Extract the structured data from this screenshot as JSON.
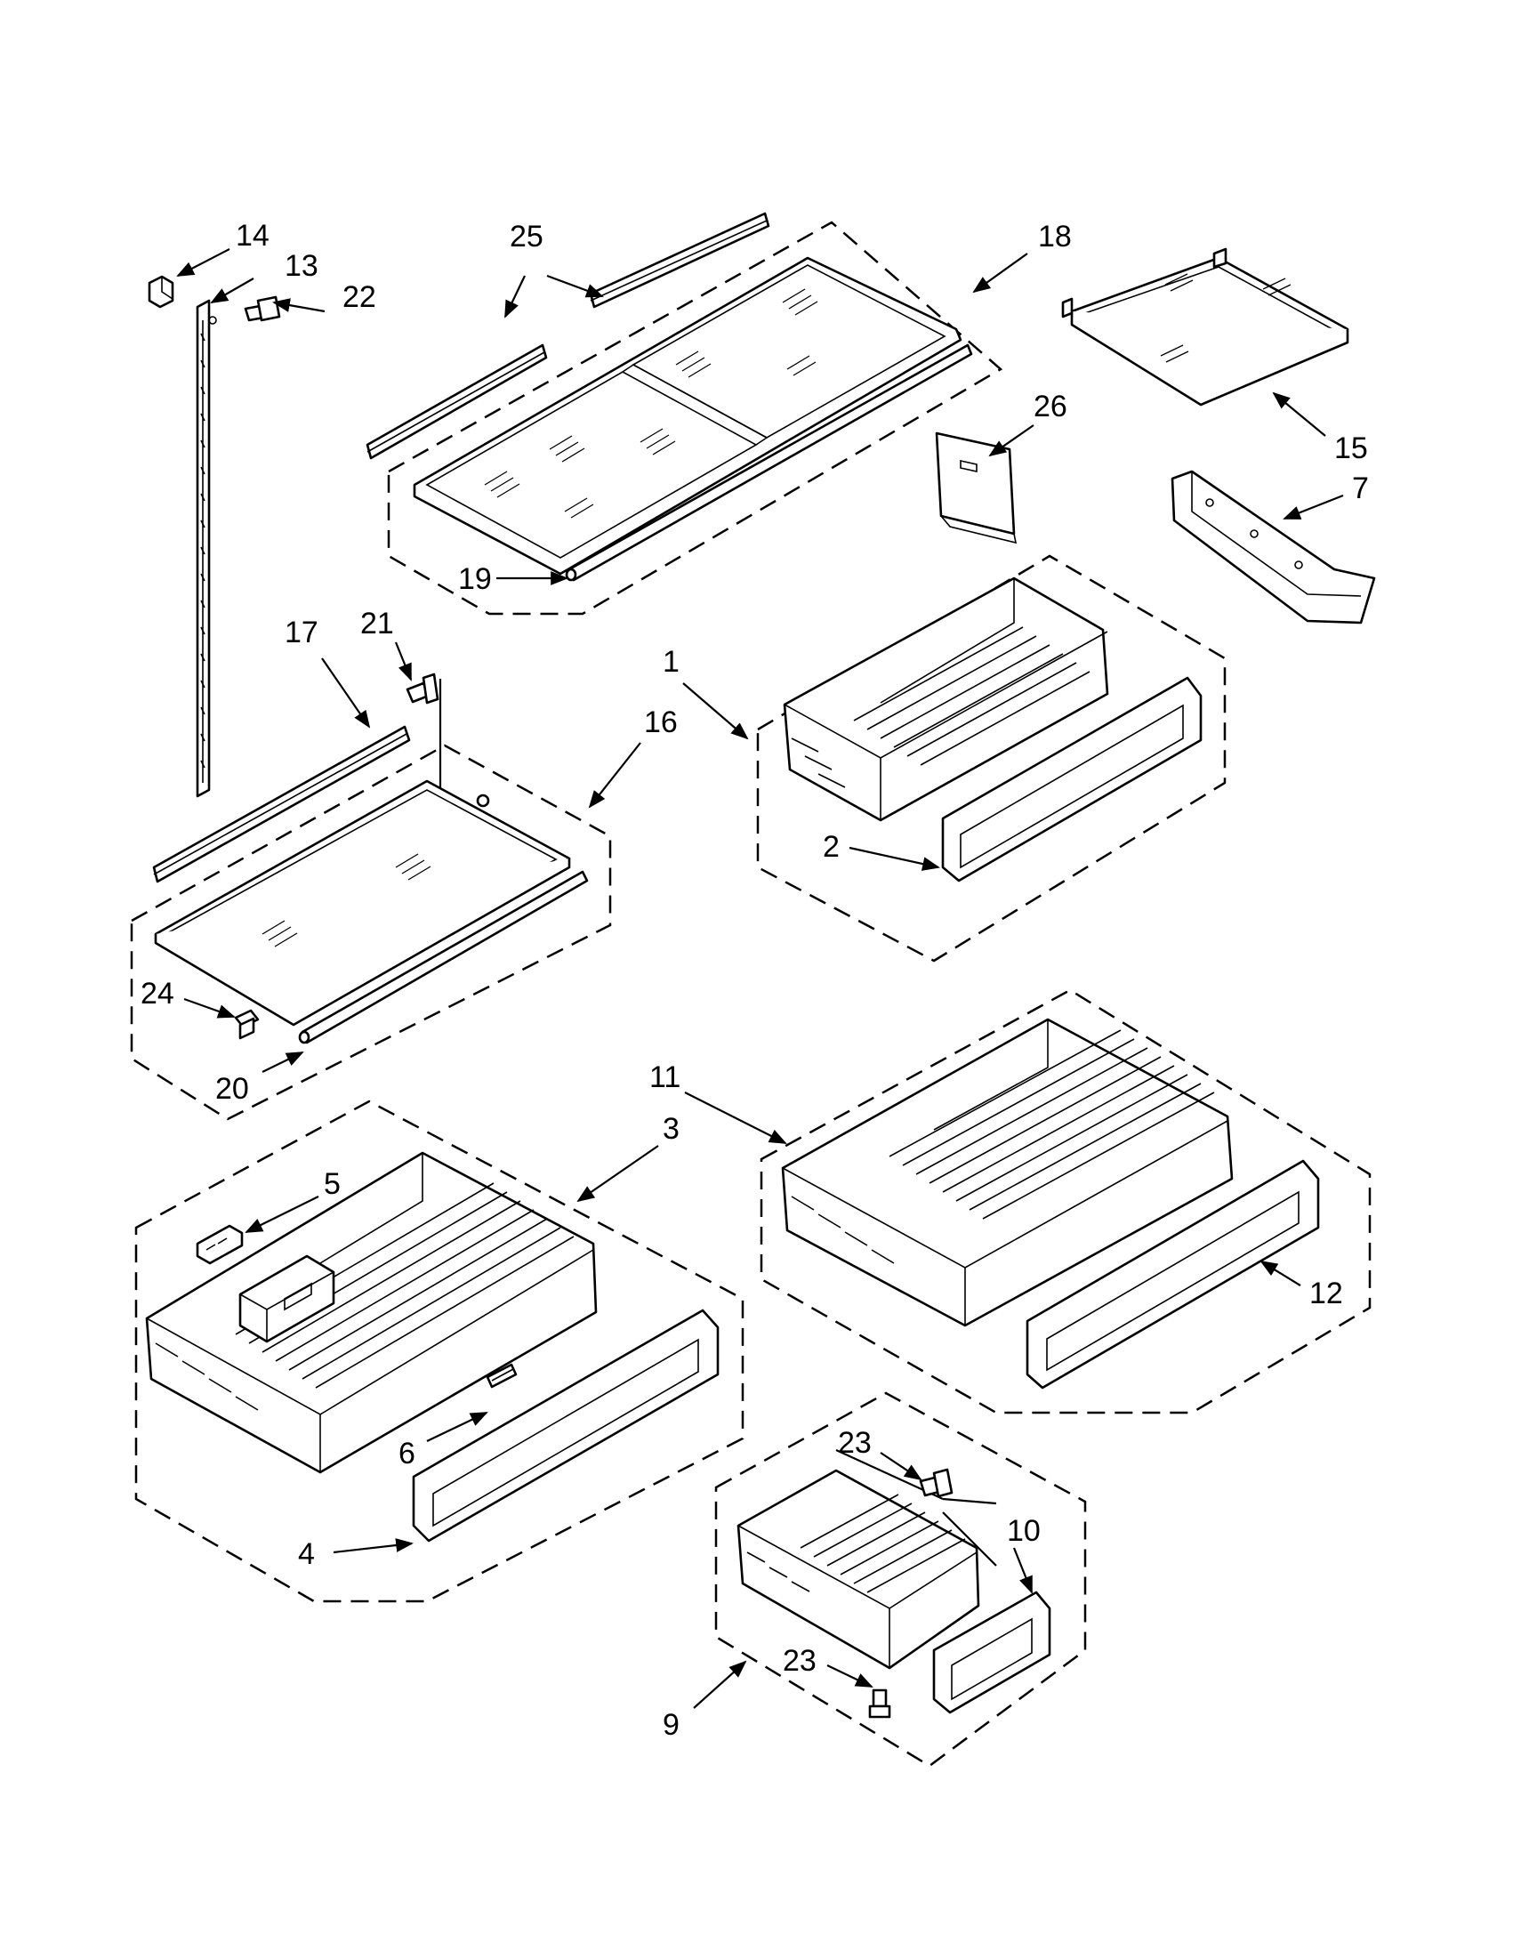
{
  "callouts": {
    "c1": "1",
    "c2": "2",
    "c3": "3",
    "c4": "4",
    "c5": "5",
    "c6": "6",
    "c7": "7",
    "c9": "9",
    "c10": "10",
    "c11": "11",
    "c12": "12",
    "c13": "13",
    "c14": "14",
    "c15": "15",
    "c16": "16",
    "c17": "17",
    "c18": "18",
    "c19": "19",
    "c20": "20",
    "c21": "21",
    "c22": "22",
    "c23a": "23",
    "c23b": "23",
    "c24": "24",
    "c25": "25",
    "c26": "26"
  }
}
